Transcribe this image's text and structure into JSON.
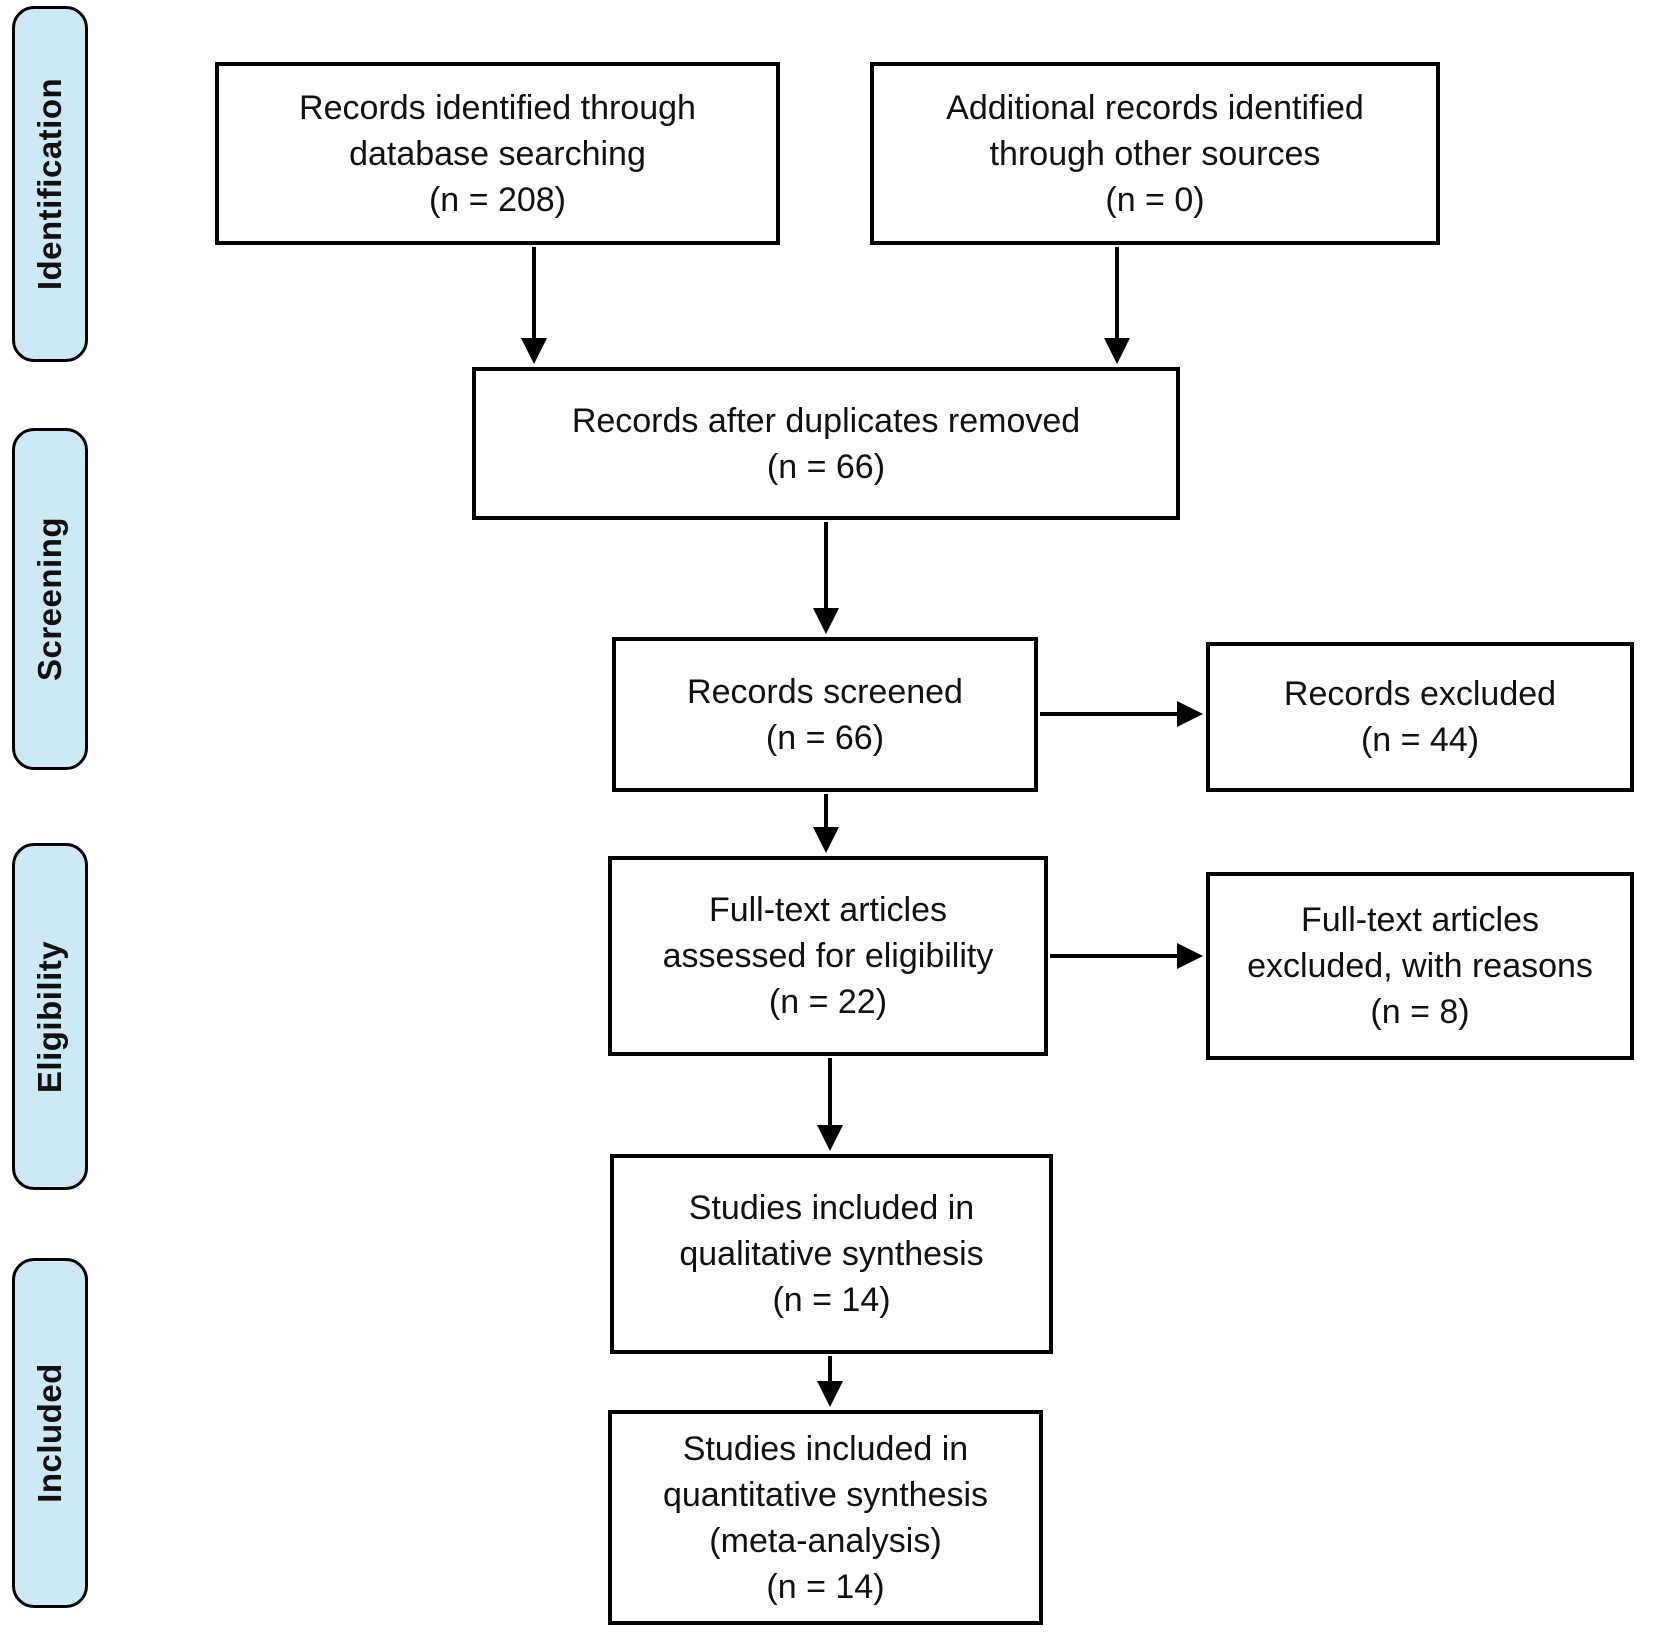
{
  "diagram_type": "PRISMA flow diagram",
  "palette": {
    "stage_fill": "#cde8f6",
    "stage_border": "#000000",
    "box_fill": "#ffffff",
    "box_border": "#000000",
    "arrow": "#000000",
    "background": "#ffffff",
    "text": "#111111"
  },
  "stages": [
    {
      "label": "Identification"
    },
    {
      "label": "Screening"
    },
    {
      "label": "Eligibility"
    },
    {
      "label": "Included"
    }
  ],
  "boxes": {
    "records_db": {
      "text": "Records identified through\ndatabase searching\n(n = 208)",
      "n": 208
    },
    "records_other": {
      "text": "Additional records identified\nthrough other sources\n(n = 0)",
      "n": 0
    },
    "after_duplicates": {
      "text": "Records after duplicates removed\n(n = 66)",
      "n": 66
    },
    "screened": {
      "text": "Records screened\n(n = 66)",
      "n": 66
    },
    "excluded": {
      "text": "Records excluded\n(n = 44)",
      "n": 44
    },
    "fulltext_assessed": {
      "text": "Full-text articles\nassessed for eligibility\n(n = 22)",
      "n": 22
    },
    "fulltext_excluded": {
      "text": "Full-text articles\nexcluded, with reasons\n(n = 8)",
      "n": 8
    },
    "qualitative": {
      "text": "Studies included in\nqualitative synthesis\n(n = 14)",
      "n": 14
    },
    "quantitative": {
      "text": "Studies included in\nquantitative synthesis\n(meta-analysis)\n(n = 14)",
      "n": 14
    }
  }
}
